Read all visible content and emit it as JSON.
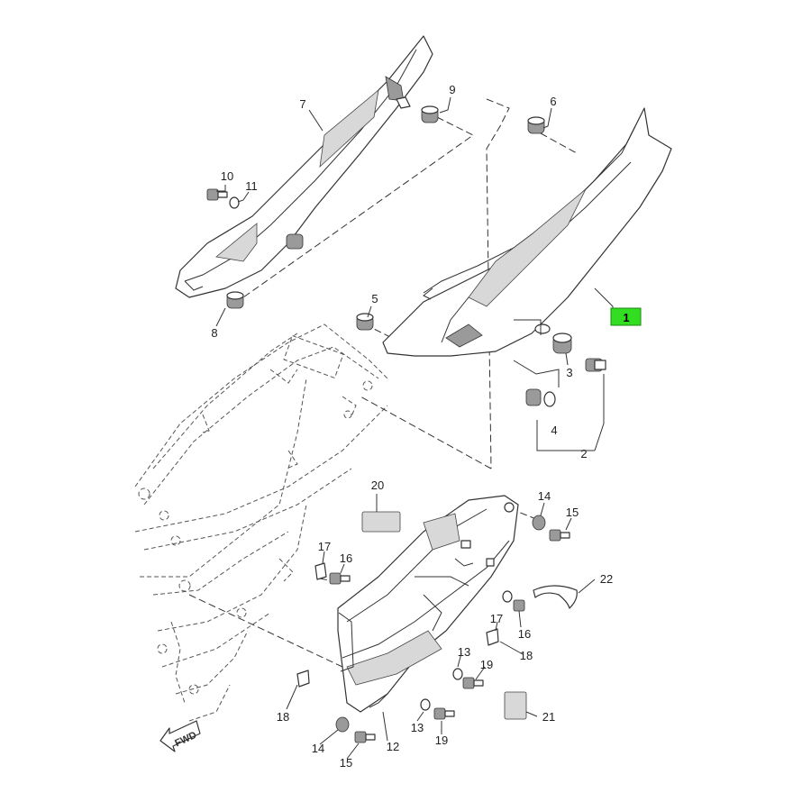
{
  "highlight_color": "#33dd22",
  "fwd_text": "FWD",
  "callouts": [
    {
      "id": "c1",
      "text": "1"
    },
    {
      "id": "c2",
      "text": "2"
    },
    {
      "id": "c3",
      "text": "3"
    },
    {
      "id": "c4",
      "text": "4"
    },
    {
      "id": "c5",
      "text": "5"
    },
    {
      "id": "c6",
      "text": "6"
    },
    {
      "id": "c7",
      "text": "7"
    },
    {
      "id": "c8",
      "text": "8"
    },
    {
      "id": "c9",
      "text": "9"
    },
    {
      "id": "c10",
      "text": "10"
    },
    {
      "id": "c11",
      "text": "11"
    },
    {
      "id": "c12",
      "text": "12"
    },
    {
      "id": "c13a",
      "text": "13"
    },
    {
      "id": "c13b",
      "text": "13"
    },
    {
      "id": "c14a",
      "text": "14"
    },
    {
      "id": "c14b",
      "text": "14"
    },
    {
      "id": "c15a",
      "text": "15"
    },
    {
      "id": "c15b",
      "text": "15"
    },
    {
      "id": "c16a",
      "text": "16"
    },
    {
      "id": "c16b",
      "text": "16"
    },
    {
      "id": "c17a",
      "text": "17"
    },
    {
      "id": "c17b",
      "text": "17"
    },
    {
      "id": "c18a",
      "text": "18"
    },
    {
      "id": "c18b",
      "text": "18"
    },
    {
      "id": "c19a",
      "text": "19"
    },
    {
      "id": "c19b",
      "text": "19"
    },
    {
      "id": "c20",
      "text": "20"
    },
    {
      "id": "c21",
      "text": "21"
    },
    {
      "id": "c22",
      "text": "22"
    }
  ]
}
